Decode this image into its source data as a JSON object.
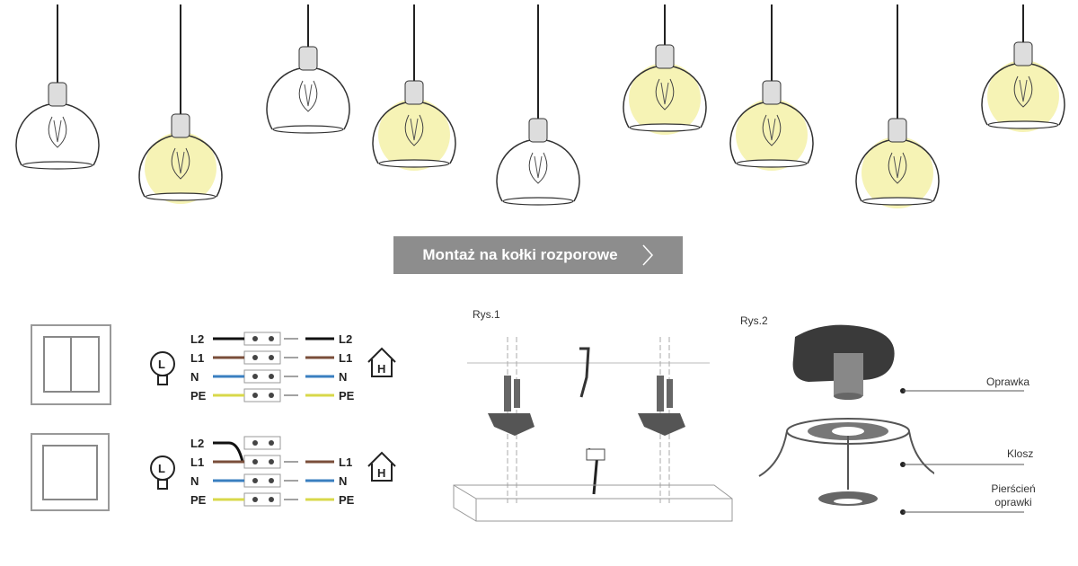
{
  "lamps": [
    {
      "lit": false
    },
    {
      "lit": true
    },
    {
      "lit": false
    },
    {
      "lit": true
    },
    {
      "lit": false
    },
    {
      "lit": true
    },
    {
      "lit": true
    },
    {
      "lit": true
    },
    {
      "lit": true
    }
  ],
  "button": {
    "label": "Montaż na kołki rozporowe",
    "icon": "chevron-right-icon"
  },
  "wiring": {
    "double": {
      "left": [
        "L2",
        "L1",
        "N",
        "PE"
      ],
      "right": [
        "L2",
        "L1",
        "N",
        "PE"
      ]
    },
    "single": {
      "left": [
        "L2",
        "L1",
        "N",
        "PE"
      ],
      "right": [
        "L1",
        "N",
        "PE"
      ]
    },
    "lamp_letter": "L",
    "house_letter": "H"
  },
  "figure1": {
    "title": "Rys.1"
  },
  "figure2": {
    "title": "Rys.2",
    "parts": [
      "Oprawka",
      "Klosz",
      "Pierścień oprawki"
    ]
  },
  "colors": {
    "glow": "#f3ef9c",
    "button": "#8d8d8d",
    "L2": "#111111",
    "L1": "#7a4e3a",
    "N": "#3a7fc0",
    "PE": "#d8d84a"
  }
}
